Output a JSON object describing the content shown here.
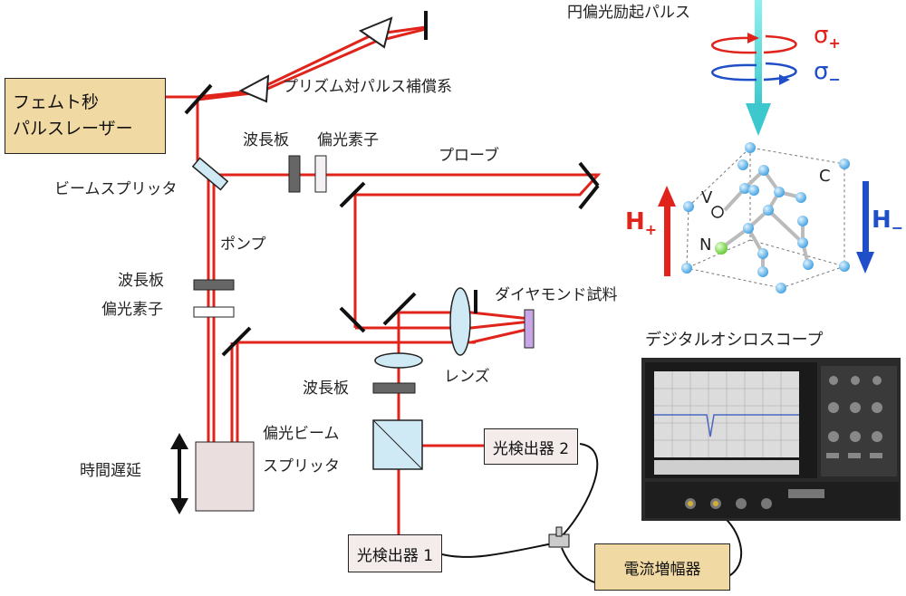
{
  "labels": {
    "laser_line1": "フェムト秒",
    "laser_line2": "パルスレーザー",
    "prism_compensator": "プリズム対パルス補償系",
    "beam_splitter": "ビームスプリッタ",
    "probe_waveplate": "波長板",
    "probe_polarizer": "偏光素子",
    "probe": "プローブ",
    "pump": "ポンプ",
    "pump_waveplate": "波長板",
    "pump_polarizer": "偏光素子",
    "sample": "ダイヤモンド試料",
    "lens": "レンズ",
    "detect_waveplate": "波長板",
    "pbs_line1": "偏光ビーム",
    "pbs_line2": "スプリッタ",
    "delay": "時間遅延",
    "detector2": "光検出器 2",
    "detector1": "光検出器 1",
    "amplifier": "電流増幅器",
    "oscilloscope": "デジタルオシロスコープ",
    "excitation": "円偏光励起パルス",
    "sigma_plus_base": "σ",
    "sigma_plus_sub": "+",
    "sigma_minus_base": "σ",
    "sigma_minus_sub": "−",
    "h_plus_base": "H",
    "h_plus_sub": "+",
    "h_minus_base": "H",
    "h_minus_sub": "−",
    "atom_v": "V",
    "atom_n": "N",
    "atom_c": "C"
  },
  "colors": {
    "beam": "#e0241b",
    "laser_box": "#f0d9a2",
    "detector_box": "#f4ebeb",
    "excitation_beam": "#4fd6d6",
    "sigma_plus": "#e0241b",
    "sigma_minus": "#1f4fc8",
    "atom": "#5fb8ee",
    "nitrogen": "#7be24a",
    "sample": "#c9a6e6",
    "pbs": "#cfe9f5"
  },
  "icons": [
    "mirror-icon",
    "prism-icon",
    "waveplate-icon",
    "polarizer-icon",
    "lens-icon",
    "double-arrow-icon",
    "oscilloscope-photo"
  ]
}
